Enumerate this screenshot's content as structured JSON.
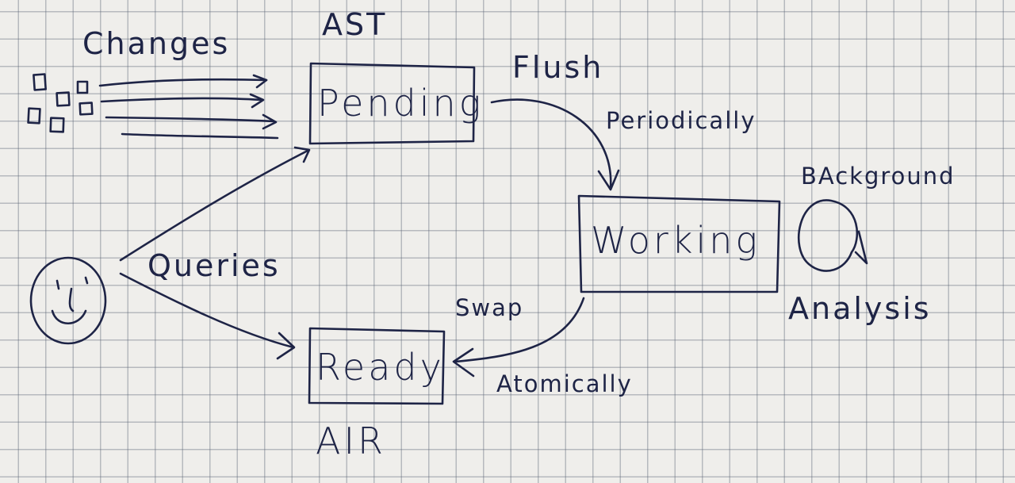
{
  "diagram": {
    "nodes": {
      "pending": "Pending",
      "working": "Working",
      "ready": "Ready"
    },
    "labels": {
      "ast": "AST",
      "air": "AIR",
      "changes": "Changes",
      "flush": "Flush",
      "periodically": "Periodically",
      "background": "BAckground",
      "analysis": "Analysis",
      "queries": "Queries",
      "swap": "Swap",
      "atomically": "Atomically"
    },
    "ink_color": "#1e2446",
    "paper_color": "#efeeeb",
    "grid_color": "#5a6473"
  }
}
